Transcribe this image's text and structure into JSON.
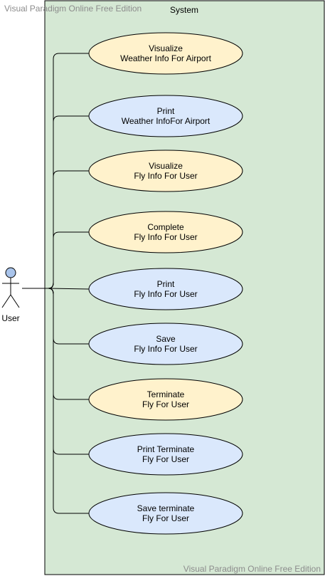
{
  "watermark_top": "Visual Paradigm Online Free Edition",
  "watermark_bottom": "Visual Paradigm Online Free Edition",
  "system": {
    "label": "System"
  },
  "actor": {
    "label": "User"
  },
  "use_cases": [
    {
      "line1": "Visualize",
      "line2": "Weather Info For Airport",
      "color": "yellow"
    },
    {
      "line1": "Print",
      "line2": "Weather InfoFor Airport",
      "color": "blue"
    },
    {
      "line1": "Visualize",
      "line2": "Fly Info For User",
      "color": "yellow"
    },
    {
      "line1": "Complete",
      "line2": "Fly Info For User",
      "color": "yellow"
    },
    {
      "line1": "Print",
      "line2": "Fly Info For User",
      "color": "blue"
    },
    {
      "line1": "Save",
      "line2": "Fly Info For User",
      "color": "blue"
    },
    {
      "line1": "Terminate",
      "line2": "Fly For User",
      "color": "yellow"
    },
    {
      "line1": "Print Terminate",
      "line2": "Fly For User",
      "color": "blue"
    },
    {
      "line1": "Save terminate",
      "line2": "Fly For User",
      "color": "blue"
    }
  ],
  "colors": {
    "system_fill": "#d5e8d4",
    "yellow_fill": "#fff2cc",
    "blue_fill": "#dae8fc",
    "stroke": "#000000",
    "actor_fill": "#a9c4eb",
    "watermark": "#8c8c8c"
  }
}
